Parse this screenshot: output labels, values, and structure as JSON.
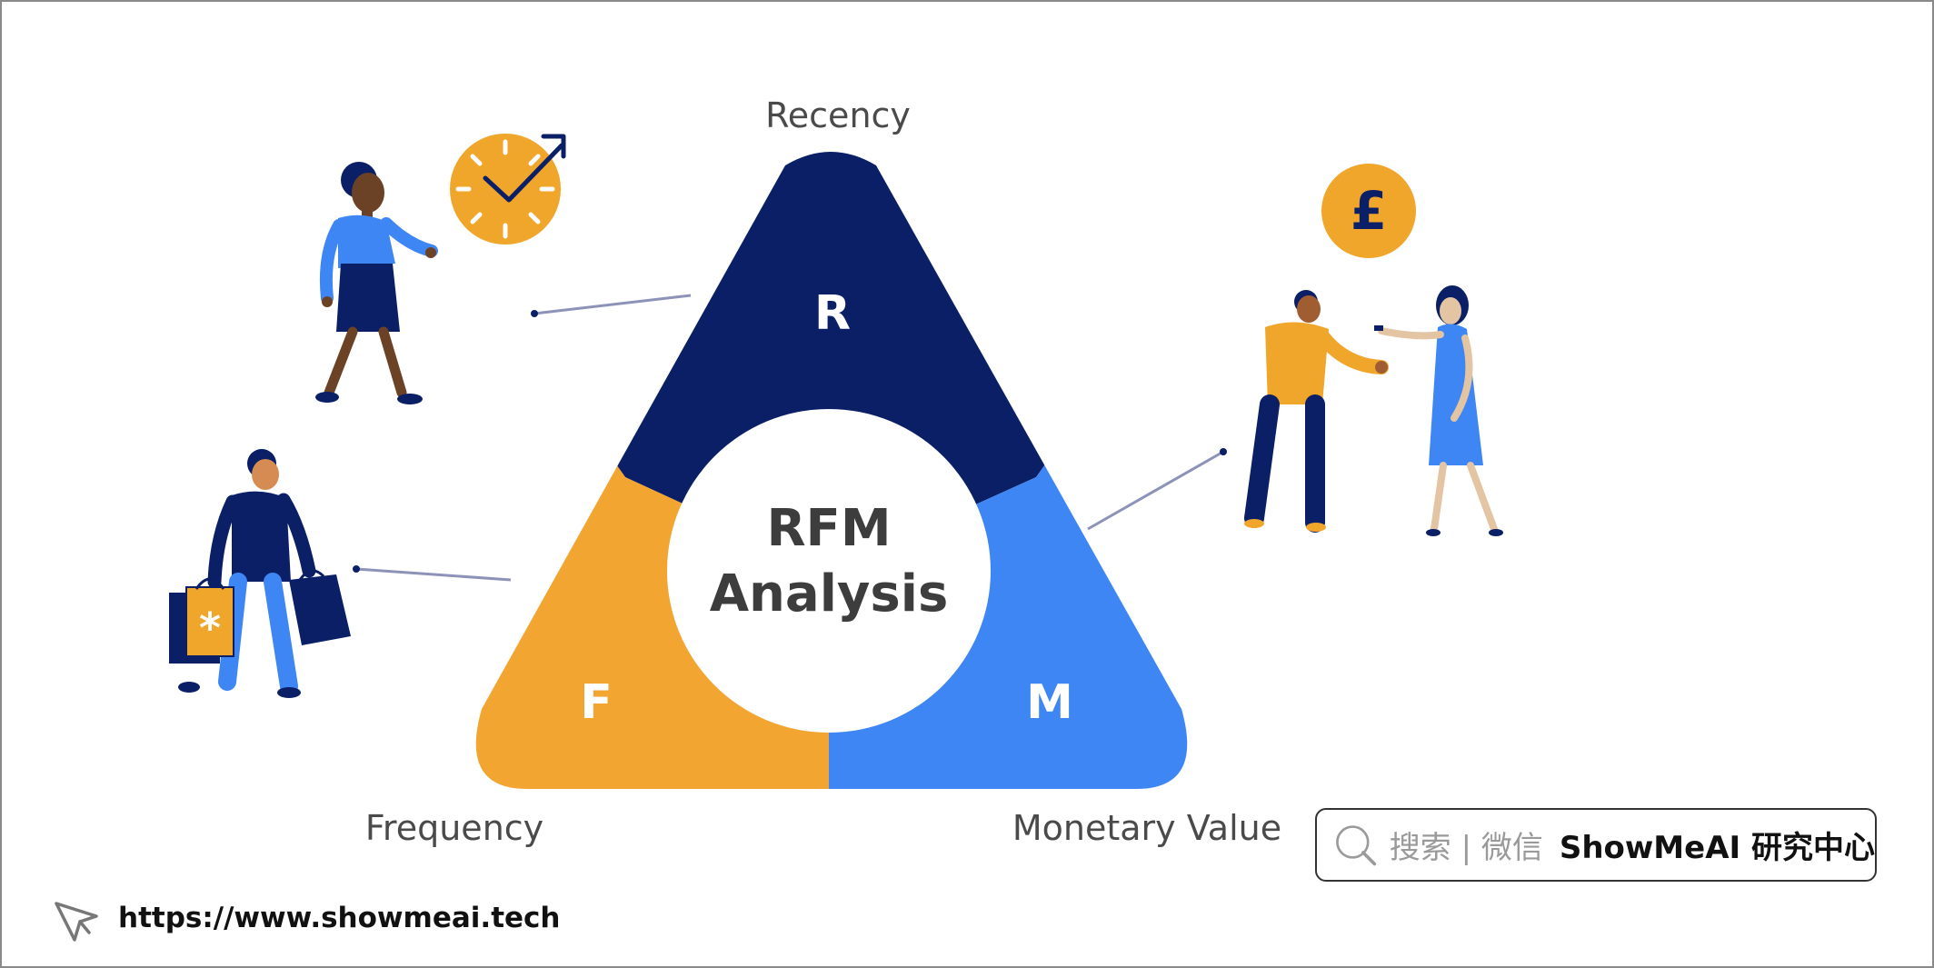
{
  "diagram": {
    "labels": {
      "recency": "Recency",
      "frequency": "Frequency",
      "monetary": "Monetary Value"
    },
    "segments": {
      "r": "R",
      "f": "F",
      "m": "M"
    },
    "center": {
      "line1": "RFM",
      "line2": "Analysis"
    },
    "currency_symbol": "£",
    "colors": {
      "recency": "#0b1f66",
      "frequency": "#f2a531",
      "monetary": "#3f86f5",
      "accent_yellow": "#f0a62b",
      "navy": "#0b1f66"
    }
  },
  "watermark": {
    "search_hint": "搜索 | 微信",
    "brand": "ShowMeAI 研究中心",
    "url": "https://www.showmeai.tech"
  }
}
